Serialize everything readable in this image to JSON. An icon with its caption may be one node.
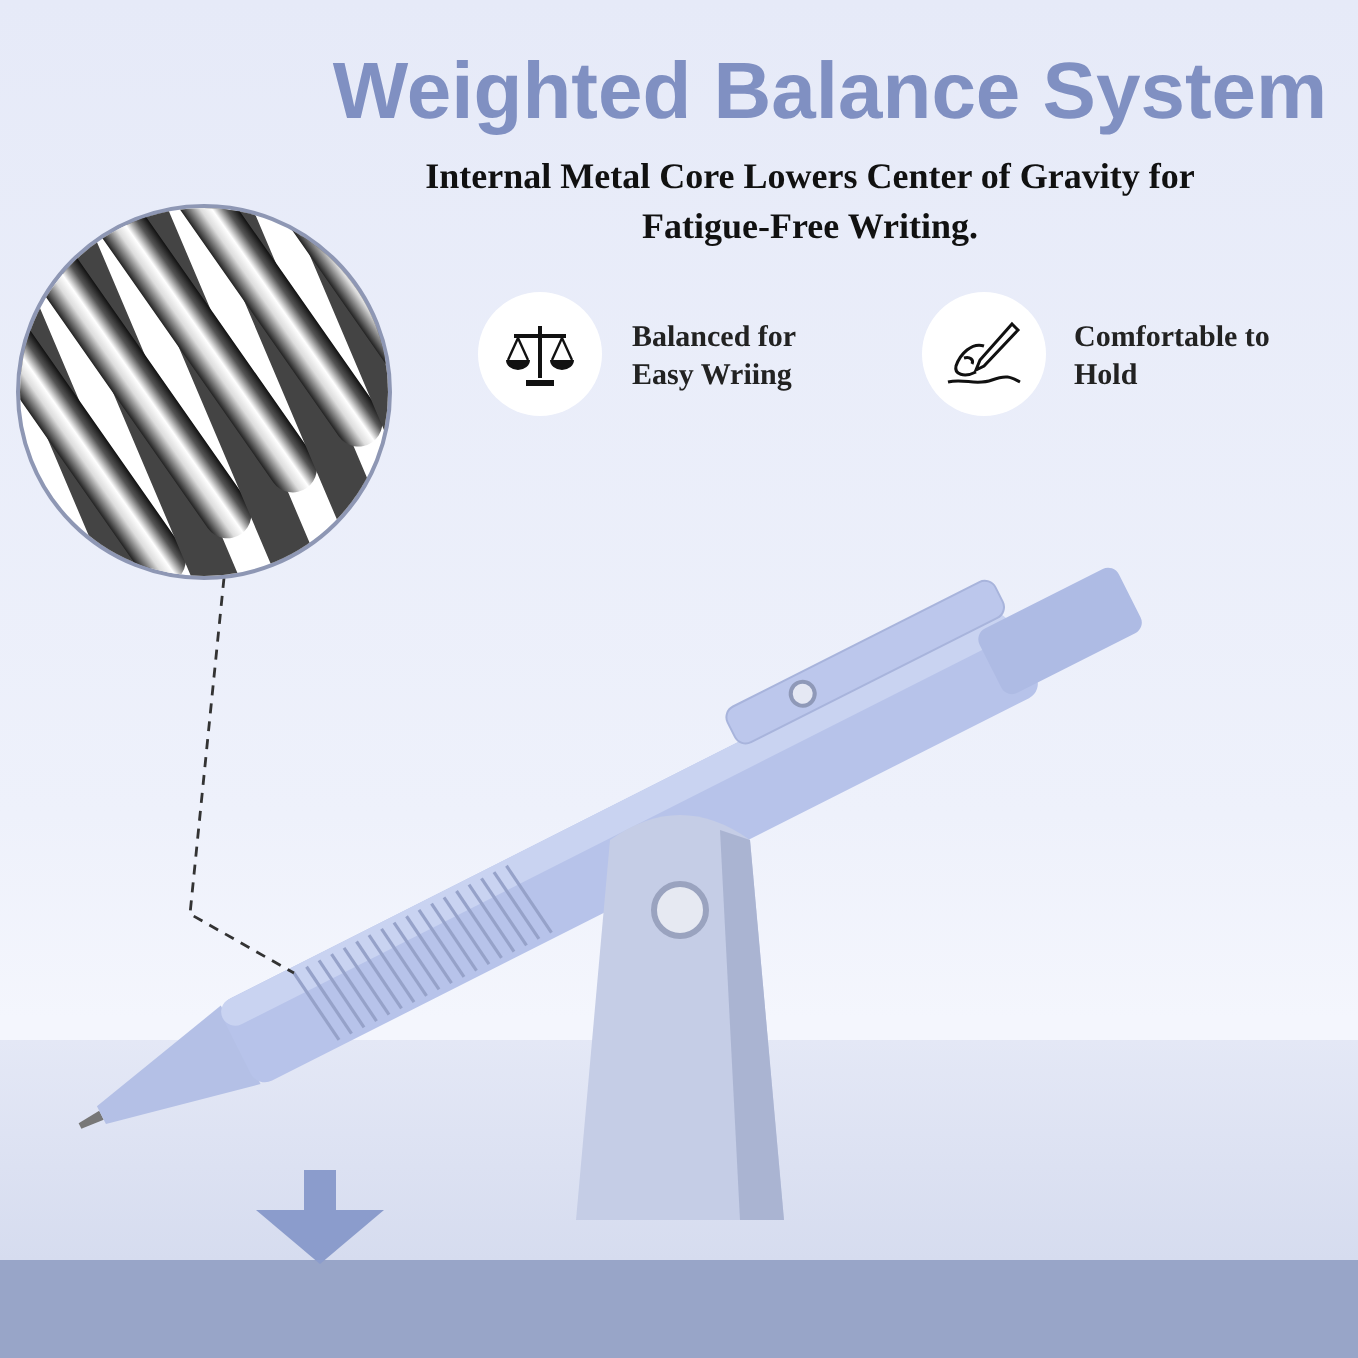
{
  "diagram": {
    "title": "Weighted Balance System",
    "nodes": [
      {
        "text": [],
        "shape": "picture"
      },
      {
        "text": [],
        "shape": "picture"
      }
    ],
    "edges": [
      {
        "from": 0,
        "to": 1,
        "arrow": "none",
        "style": "dashed"
      }
    ],
    "labels": [
      "Internal Metal Core Lowers Center of Gravity for Fatigue-Free Writing.",
      "Balanced for Easy Wriing",
      "Comfortable to Hold"
    ]
  }
}
